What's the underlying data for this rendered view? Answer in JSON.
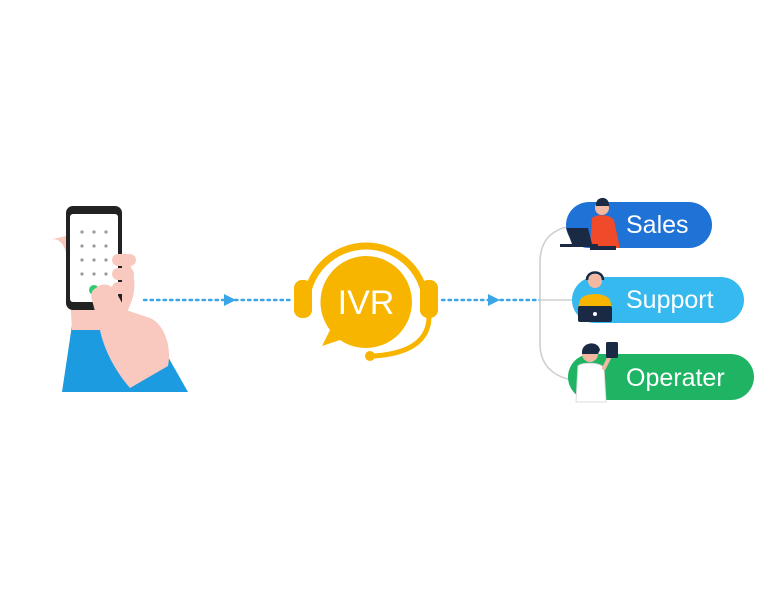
{
  "ivr": {
    "label": "IVR",
    "color": "#f7b500"
  },
  "destinations": [
    {
      "id": "sales",
      "label": "Sales",
      "color": "#1f72d6"
    },
    {
      "id": "support",
      "label": "Support",
      "color": "#35b9ef"
    },
    {
      "id": "operater",
      "label": "Operater",
      "color": "#1fb464"
    }
  ],
  "icons": {
    "caller": "hand-holding-phone-icon",
    "hub": "headset-chat-bubble-icon",
    "agents": [
      "sales-agent-laptop-icon",
      "support-agent-headset-icon",
      "operator-agent-tablet-icon"
    ]
  },
  "colors": {
    "connector": "#3aa6e8",
    "branch": "#cfcfcf",
    "skin": "#f9c9c0",
    "sleeve": "#1d9be0"
  }
}
